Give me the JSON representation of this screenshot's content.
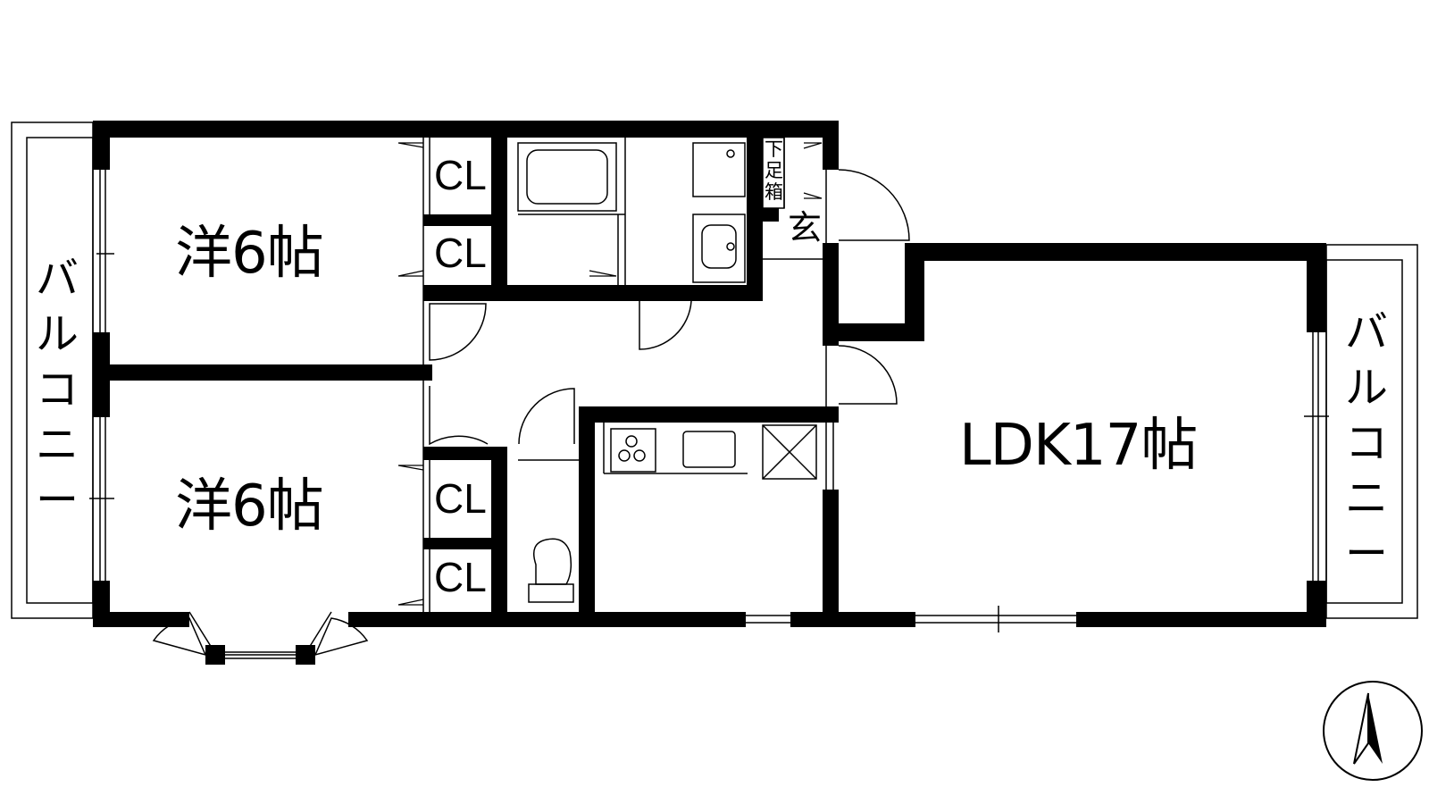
{
  "rooms": {
    "western_upper": "洋6帖",
    "western_lower": "洋6帖",
    "ldk": "LDK17帖"
  },
  "closets": [
    "CL",
    "CL",
    "CL",
    "CL"
  ],
  "balcony_left": [
    "バ",
    "ル",
    "コ",
    "ニ",
    "ー"
  ],
  "balcony_right": [
    "バ",
    "ル",
    "コ",
    "ニ",
    "ー"
  ],
  "shoe_box": [
    "下",
    "足",
    "箱"
  ],
  "entrance": "玄"
}
